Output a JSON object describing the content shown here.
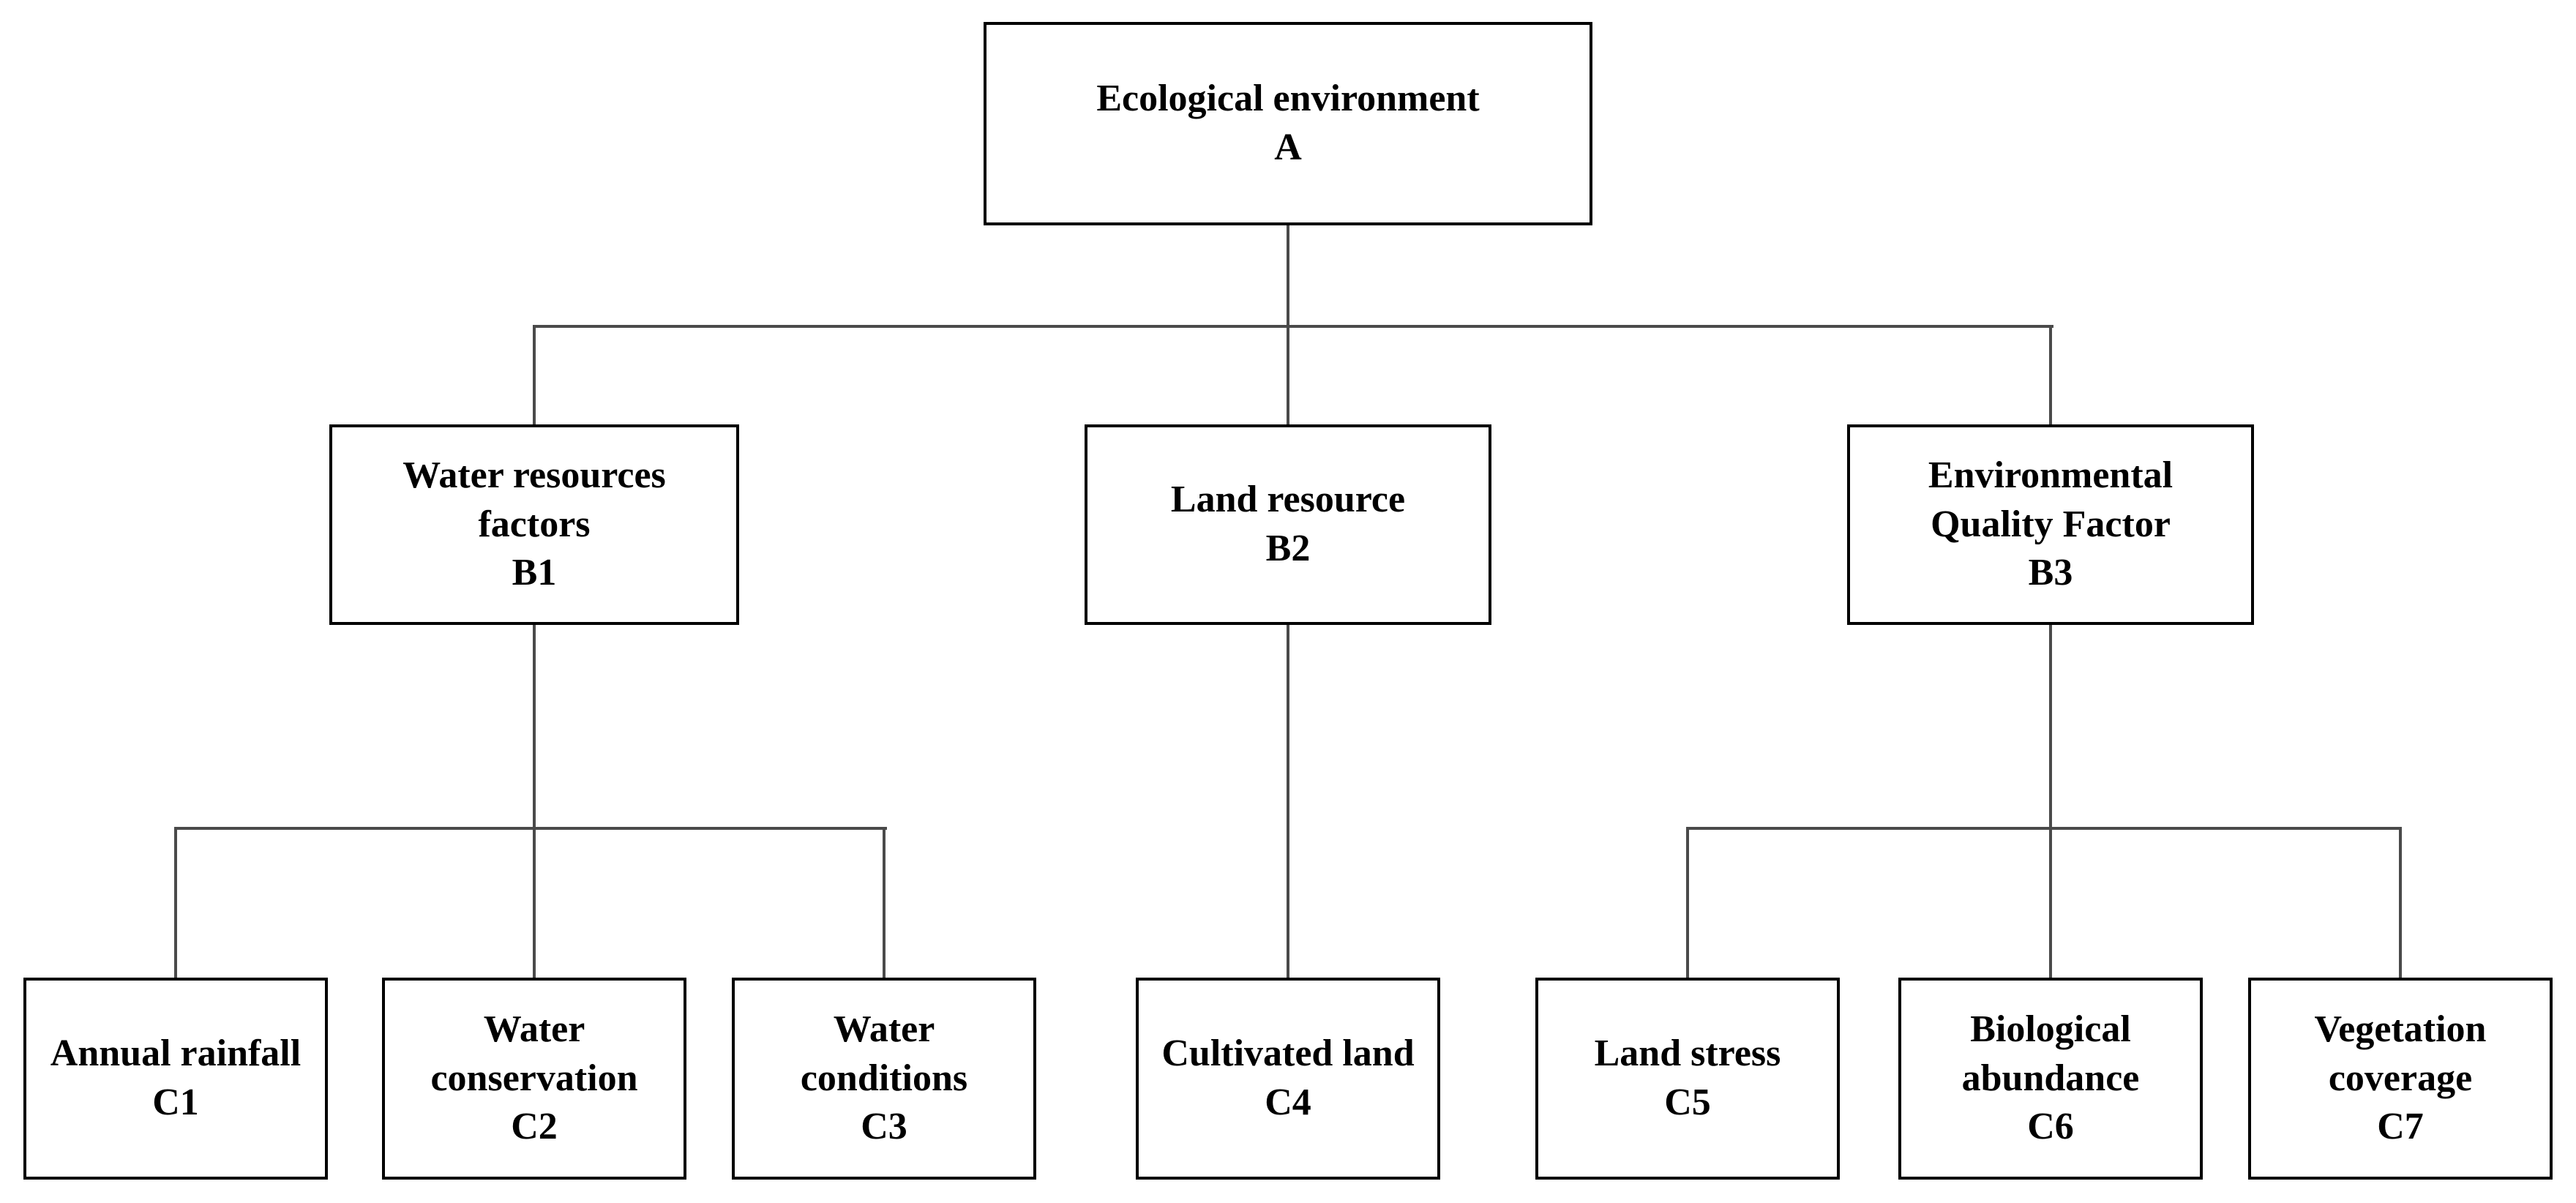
{
  "diagram": {
    "type": "hierarchy-tree",
    "levels": [
      "goal",
      "criteria",
      "sub-criteria"
    ],
    "nodes": {
      "a": {
        "line1": "Ecological environment",
        "code": "A"
      },
      "b1": {
        "line1": "Water resources",
        "line2": "factors",
        "code": "B1"
      },
      "b2": {
        "line1": "Land resource",
        "code": "B2"
      },
      "b3": {
        "line1": "Environmental",
        "line2": "Quality Factor",
        "code": "B3"
      },
      "c1": {
        "line1": "Annual rainfall",
        "code": "C1"
      },
      "c2": {
        "line1": "Water",
        "line2": "conservation",
        "code": "C2"
      },
      "c3": {
        "line1": "Water",
        "line2": "conditions",
        "code": "C3"
      },
      "c4": {
        "line1": "Cultivated land",
        "code": "C4"
      },
      "c5": {
        "line1": "Land stress",
        "code": "C5"
      },
      "c6": {
        "line1": "Biological",
        "line2": "abundance",
        "code": "C6"
      },
      "c7": {
        "line1": "Vegetation",
        "line2": "coverage",
        "code": "C7"
      }
    },
    "edges": [
      {
        "from": "A",
        "to": "B1"
      },
      {
        "from": "A",
        "to": "B2"
      },
      {
        "from": "A",
        "to": "B3"
      },
      {
        "from": "B1",
        "to": "C1"
      },
      {
        "from": "B1",
        "to": "C2"
      },
      {
        "from": "B1",
        "to": "C3"
      },
      {
        "from": "B2",
        "to": "C4"
      },
      {
        "from": "B3",
        "to": "C5"
      },
      {
        "from": "B3",
        "to": "C6"
      },
      {
        "from": "B3",
        "to": "C7"
      }
    ],
    "colors": {
      "background": "#ffffff",
      "box_border": "#000000",
      "text": "#000000",
      "connector": "#4a4a4a"
    }
  }
}
